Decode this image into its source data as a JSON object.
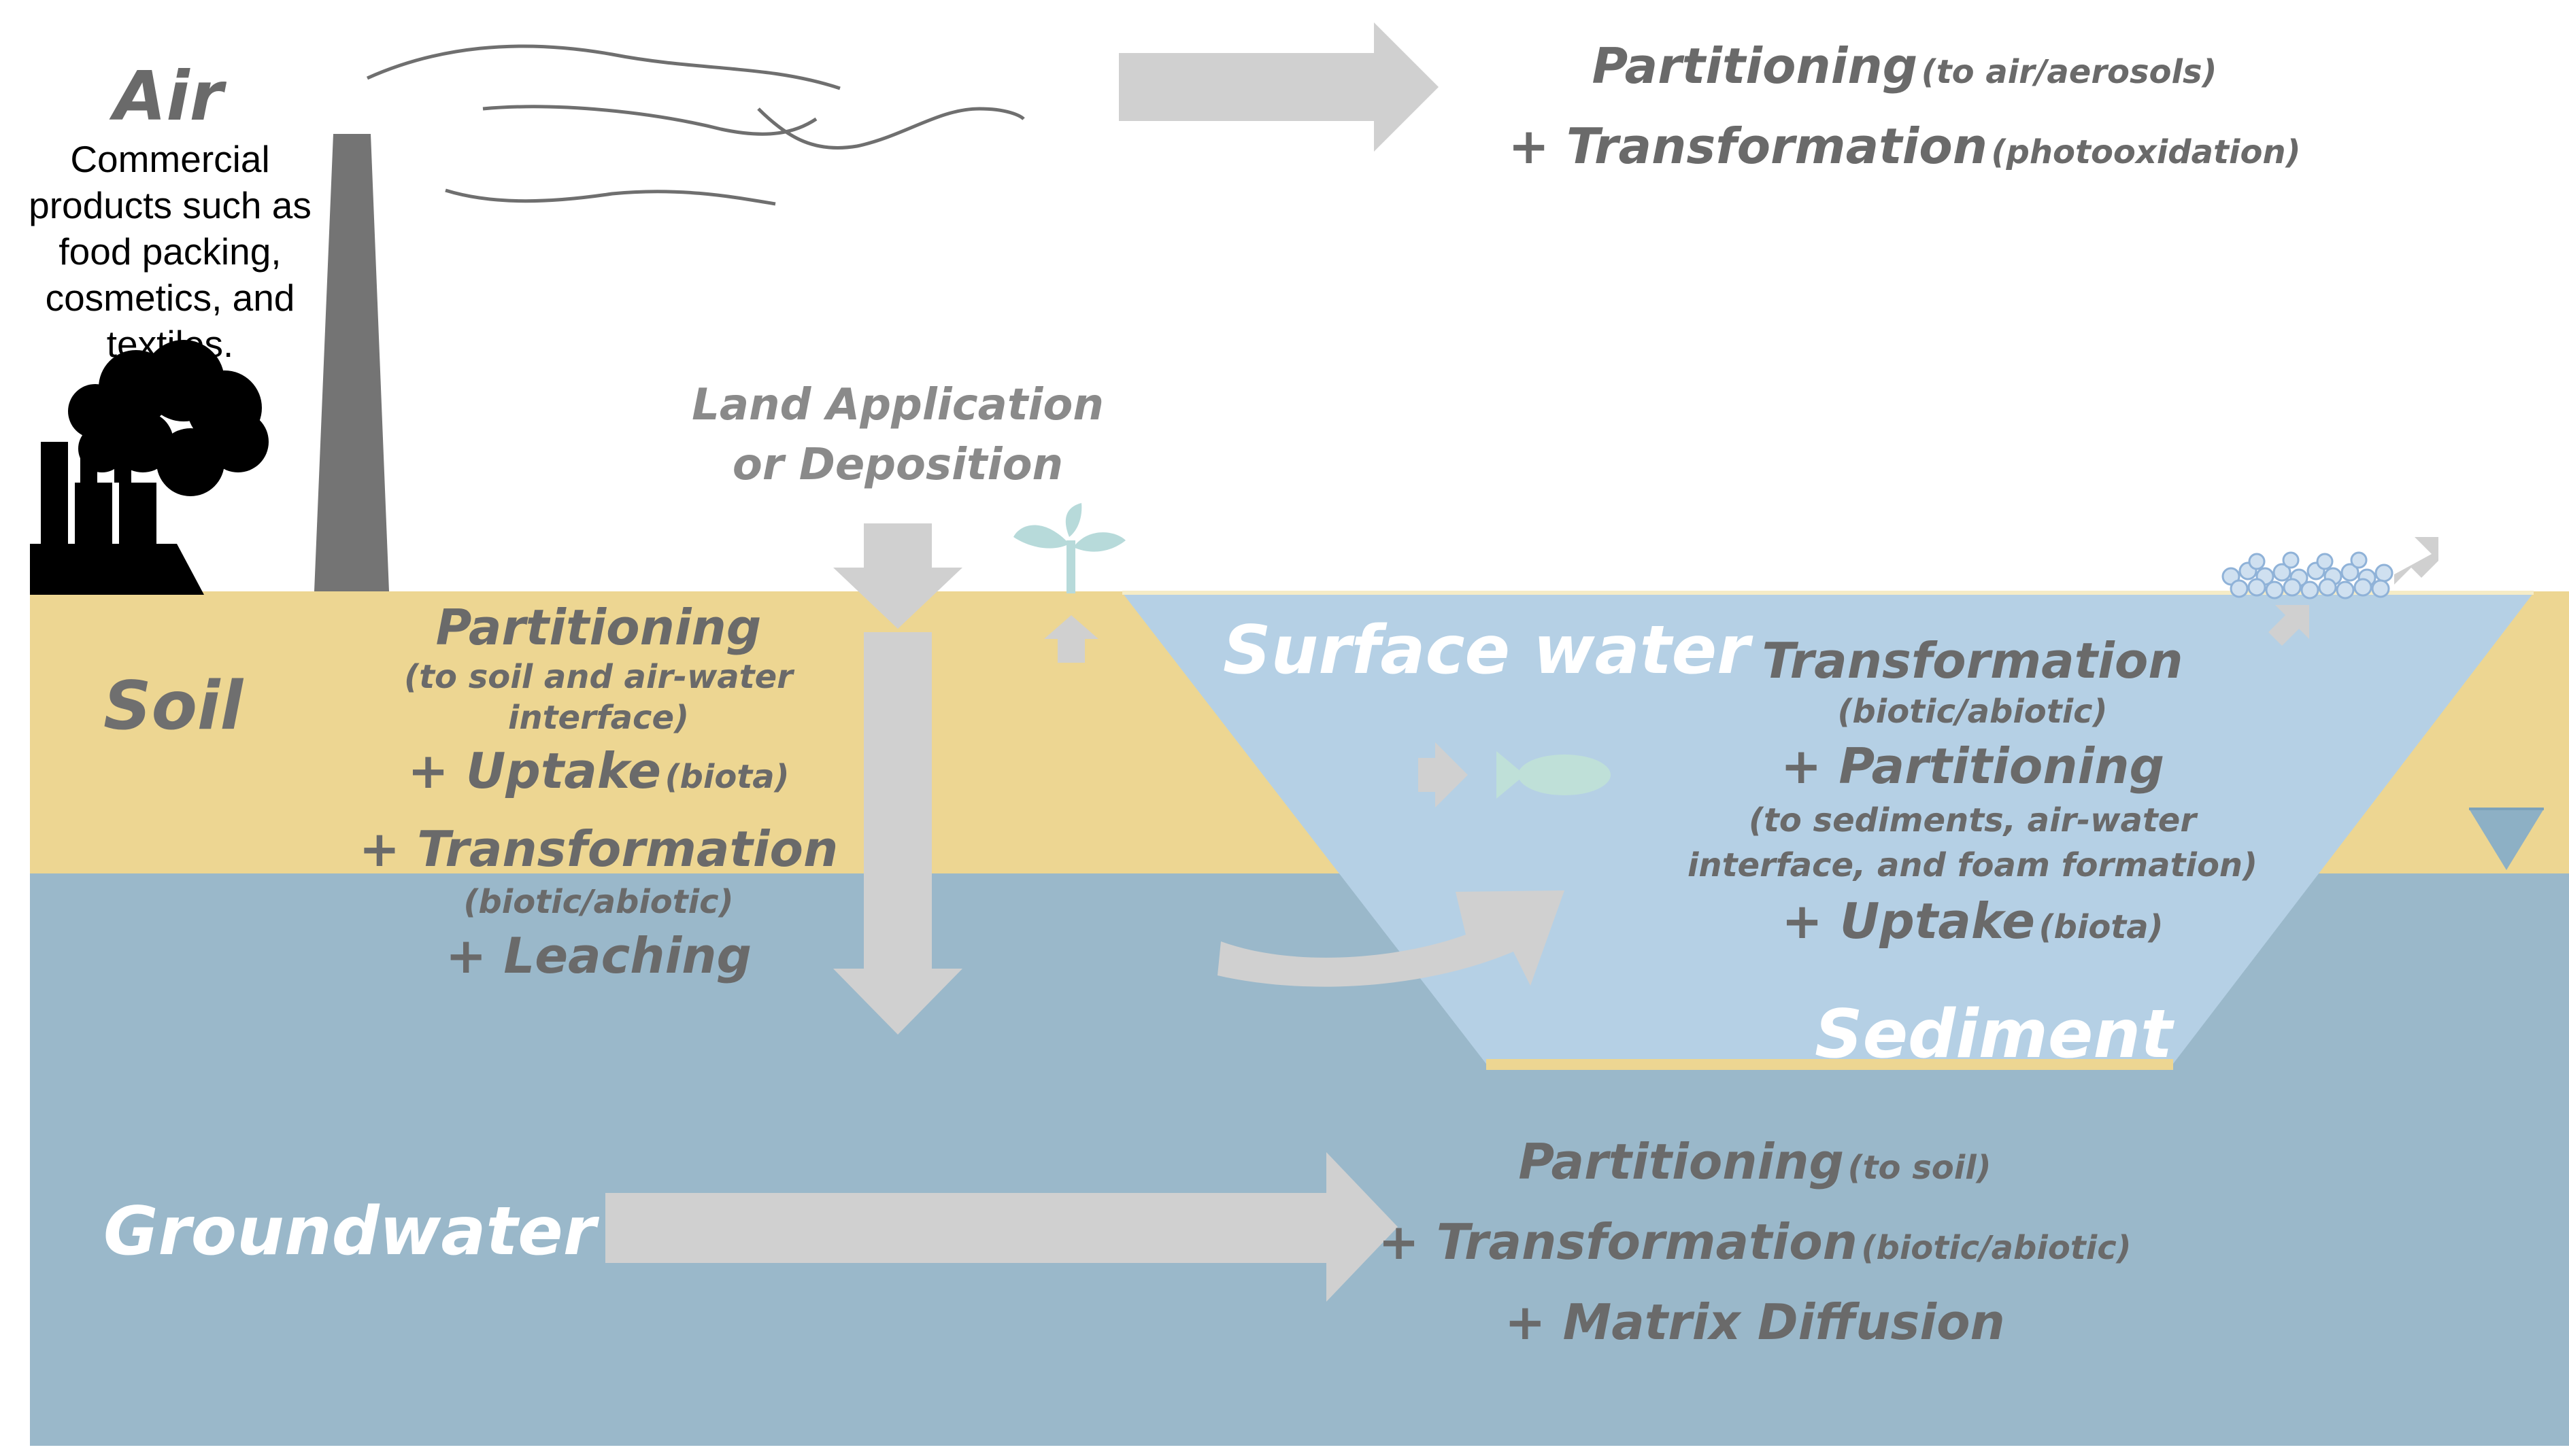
{
  "labels": {
    "air": "Air",
    "soil": "Soil",
    "surface_water": "Surface water",
    "sediment": "Sediment",
    "groundwater": "Groundwater",
    "land_application_1": "Land Application",
    "land_application_2": "or Deposition"
  },
  "commercial_note": [
    "Commercial",
    "products such as",
    "food packing,",
    "cosmetics, and",
    "textiles."
  ],
  "air_process": {
    "l1_main": "Partitioning",
    "l1_sub": "(to air/aerosols)",
    "l2_main": "+ Transformation",
    "l2_sub": "(photooxidation)"
  },
  "soil_process": {
    "l1": "Partitioning",
    "l2": "(to soil and air-water interface)",
    "l3_main": "+ Uptake",
    "l3_sub": "(biota)",
    "l4": "+ Transformation",
    "l5": "(biotic/abiotic)",
    "l6": "+ Leaching"
  },
  "water_process": {
    "l1": "Transformation",
    "l2": "(biotic/abiotic)",
    "l3": "+ Partitioning",
    "l4": "(to sediments, air-water",
    "l5": "interface, and foam formation)",
    "l6_main": "+ Uptake",
    "l6_sub": "(biota)"
  },
  "groundwater_process": {
    "l1_main": "Partitioning",
    "l1_sub": "(to soil)",
    "l2_main": "+ Transformation",
    "l2_sub": "(biotic/abiotic)",
    "l3": "+ Matrix Diffusion"
  },
  "colors": {
    "soil": "#EDD692",
    "groundwater": "#9AB8CA",
    "surface_water": "#B5D0E5",
    "arrow": "#D0D0D0",
    "text_dark": "#5f5f5f",
    "text_white": "#ffffff",
    "chimney": "#747474"
  },
  "icons": [
    "factory-icon",
    "chimney-icon",
    "smoke-lines-icon",
    "plant-icon",
    "fish-icon",
    "foam-bubbles-icon",
    "water-table-icon"
  ]
}
